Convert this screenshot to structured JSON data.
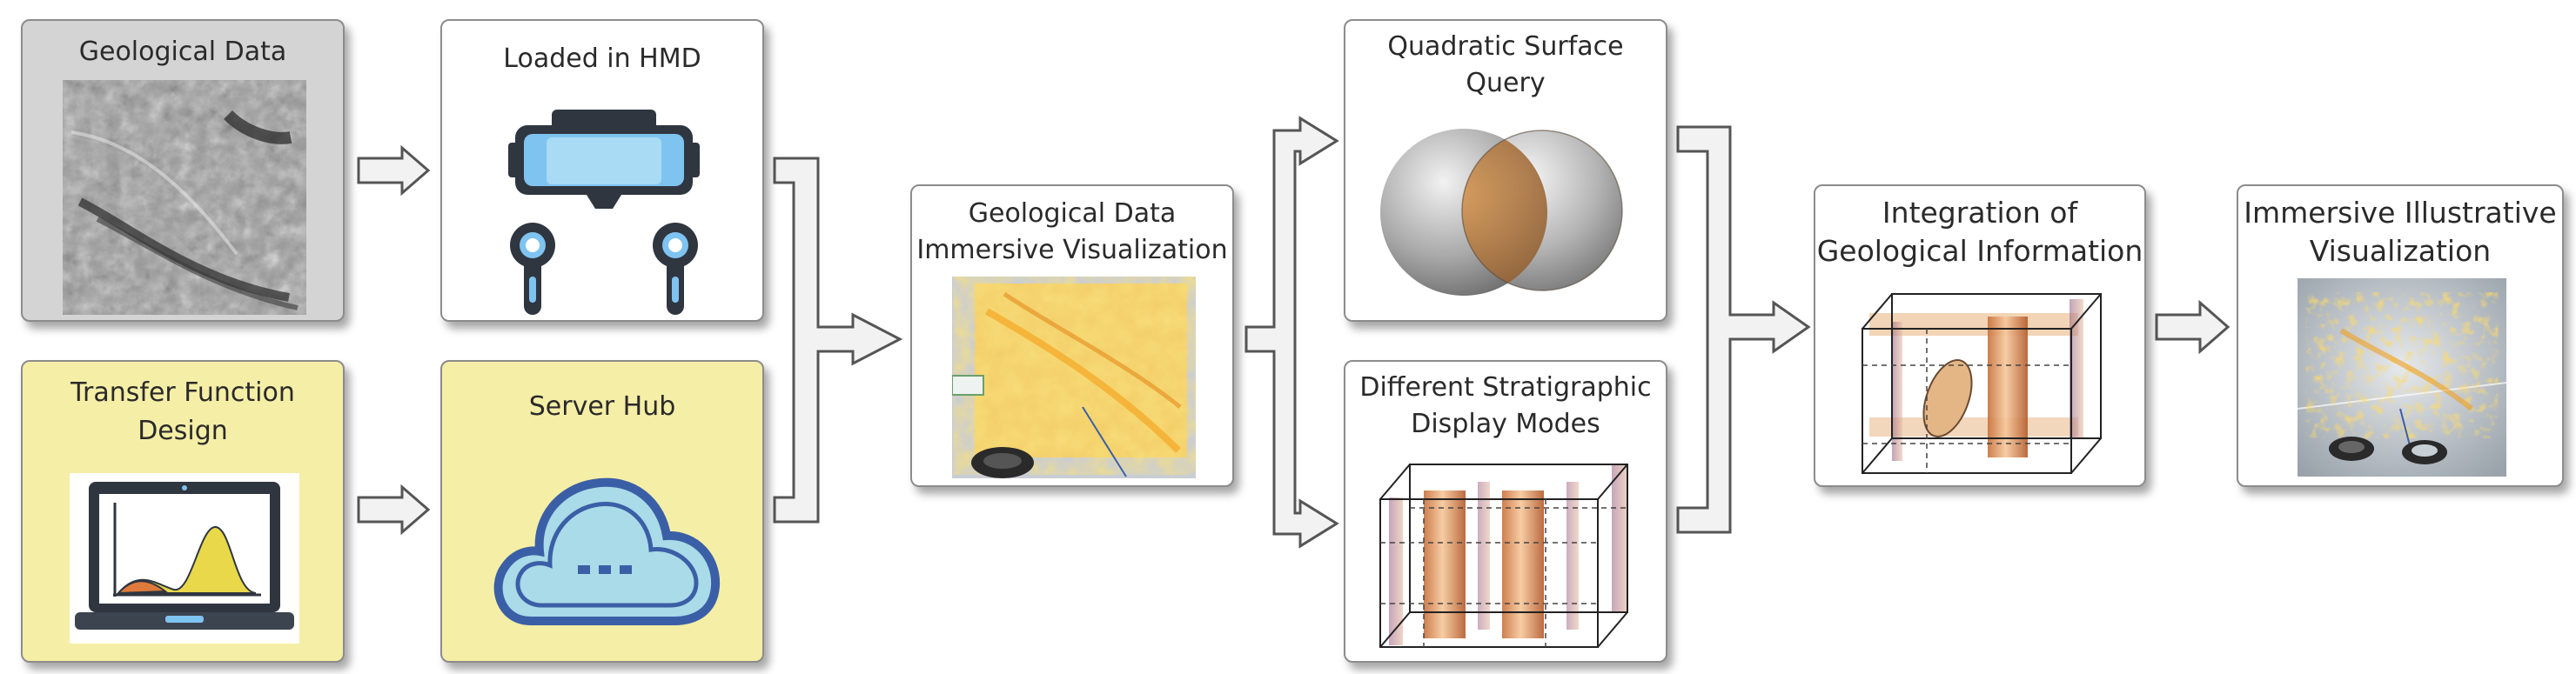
{
  "nodes": {
    "geological_data": "Geological  Data",
    "loaded_hmd": "Loaded in HMD",
    "transfer_function": [
      "Transfer Function",
      "Design"
    ],
    "server_hub": "Server Hub",
    "immersive_vis": [
      "Geological Data",
      "Immersive Visualization"
    ],
    "quadratic_query": [
      "Quadratic Surface",
      "Query"
    ],
    "stratigraphic_modes": [
      "Different Stratigraphic",
      "Display Modes"
    ],
    "integration": [
      "Integration of",
      "Geological Information"
    ],
    "illustrative_vis": [
      "Immersive Illustrative",
      "Visualization"
    ]
  },
  "colors": {
    "box_border": "#8c8c8c",
    "gray_box": "#d4d4d4",
    "yellow_box": "#f5eea6",
    "arrow_fill": "#f2f2f2",
    "arrow_stroke": "#555555",
    "hmd_blue": "#7fc3f0",
    "cloud_fill": "#a9dbe8",
    "cloud_stroke": "#3b5fa6",
    "chart_yellow": "#e8d84a",
    "chart_orange": "#e07a3c"
  },
  "icons": {
    "hmd": "vr-headset-icon",
    "controllers": "vr-controller-icon",
    "cloud": "cloud-server-icon",
    "laptop": "laptop-chart-icon"
  }
}
